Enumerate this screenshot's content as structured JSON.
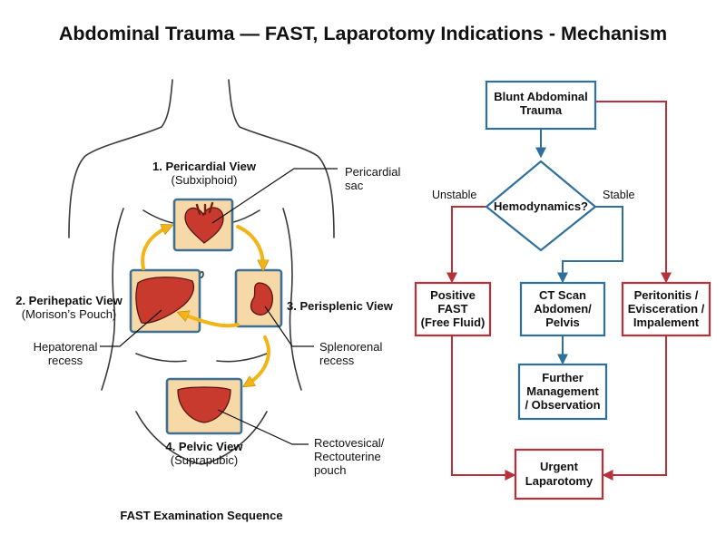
{
  "title": "Abdominal Trauma — FAST, Laparotomy Indications - Mechanism",
  "fast": {
    "caption": "FAST Examination Sequence",
    "views": [
      {
        "name": "1. Pericardial View",
        "sub": "(Subxiphoid)"
      },
      {
        "name": "2. Perihepatic View",
        "sub": "(Morison’s Pouch)"
      },
      {
        "name": "3. Perisplenic View",
        "sub": ""
      },
      {
        "name": "4. Pelvic View",
        "sub": "(Suprapubic)"
      }
    ],
    "annotations": {
      "pericardial": [
        "Pericardial",
        "sac"
      ],
      "hepatorenal": [
        "Hepatorenal",
        "recess"
      ],
      "splenorenal": [
        "Splenorenal",
        "recess"
      ],
      "rectovesical": [
        "Rectovesical/",
        "Rectouterine",
        "pouch"
      ]
    }
  },
  "flow": {
    "start": [
      "Blunt Abdominal",
      "Trauma"
    ],
    "decision": "Hemodynamics?",
    "branch_unstable": "Unstable",
    "branch_stable": "Stable",
    "positive_fast": [
      "Positive",
      "FAST",
      "(Free Fluid)"
    ],
    "ct_scan": [
      "CT Scan",
      "Abdomen/",
      "Pelvis"
    ],
    "peritonitis": [
      "Peritonitis /",
      "Evisceration /",
      "Impalement"
    ],
    "further": [
      "Further",
      "Management",
      "/ Observation"
    ],
    "laparotomy": [
      "Urgent",
      "Laparotomy"
    ]
  }
}
